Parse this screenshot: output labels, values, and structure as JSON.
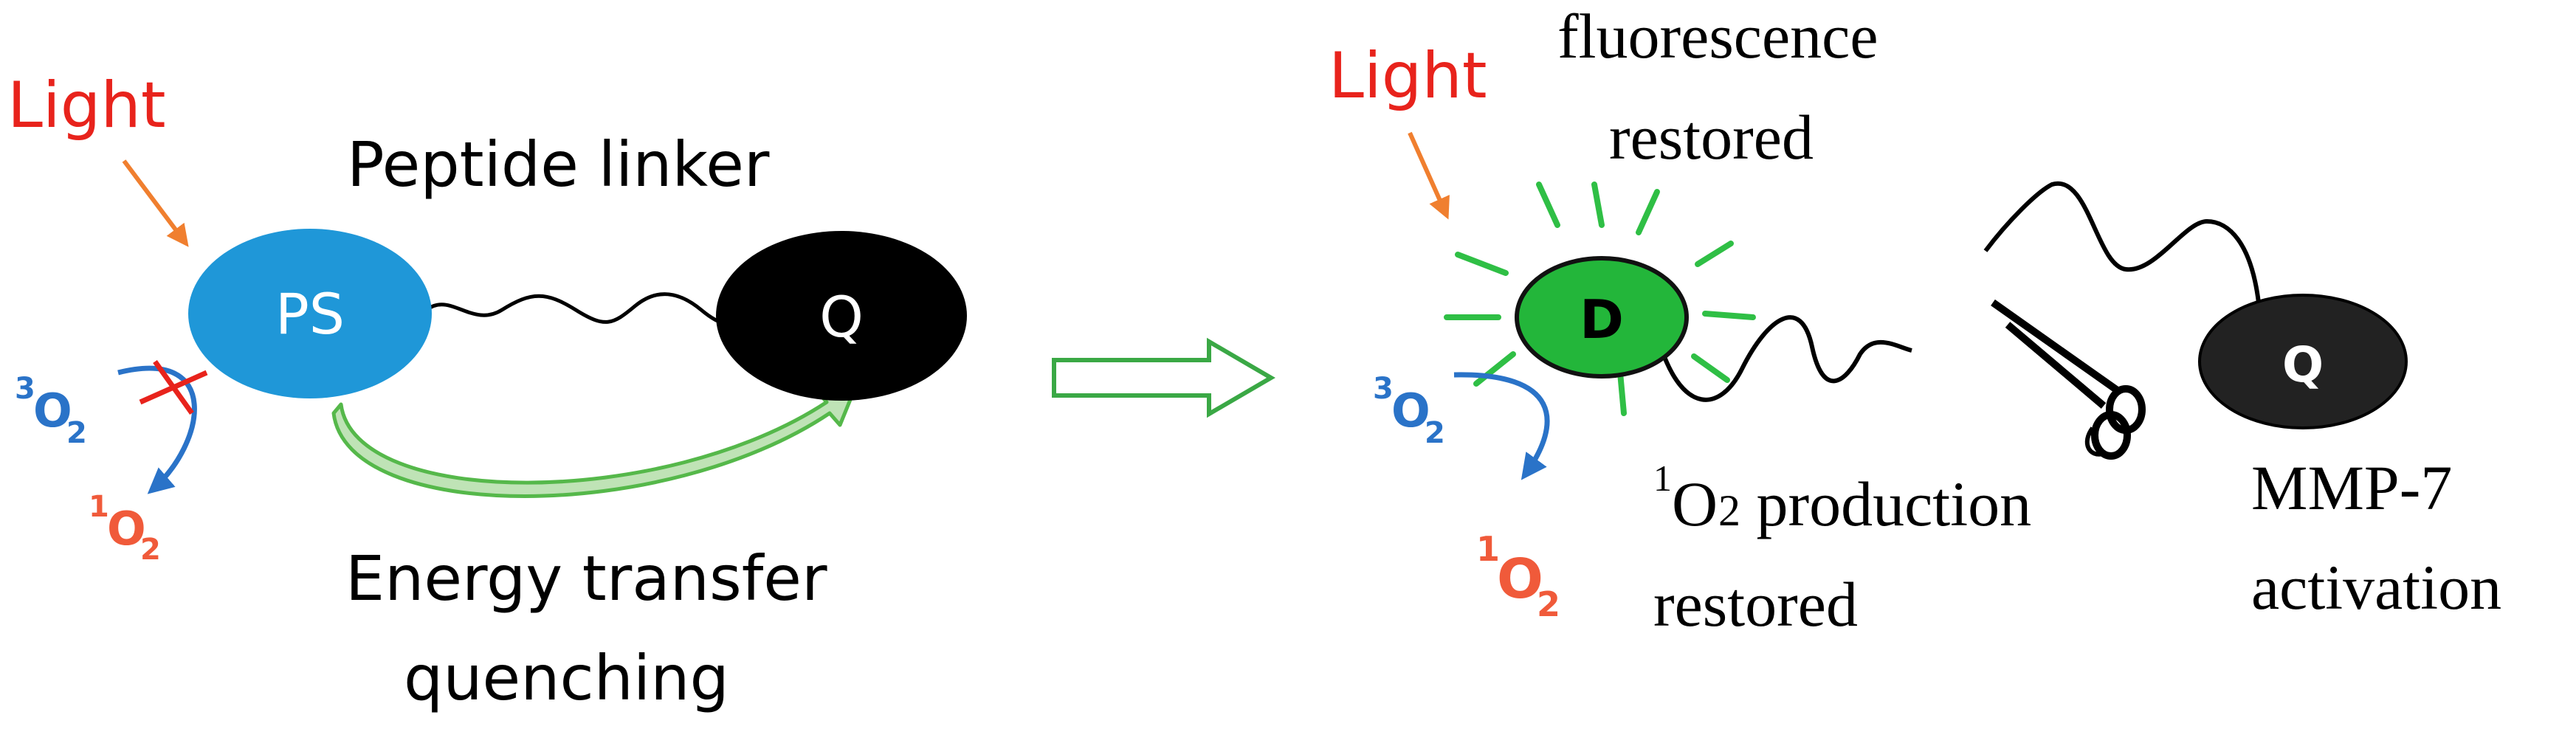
{
  "colors": {
    "light_label": "#e8231c",
    "arrow_orange": "#f07f2f",
    "ps_fill": "#1f97d8",
    "quencher_fill": "#000000",
    "dye_fill": "#23b63a",
    "ray_green": "#2fbf45",
    "transfer_green": "#55b84a",
    "oxygen_blue": "#2a73c8",
    "oxygen_red": "#f05a3a",
    "cross_red": "#e8231c"
  },
  "left_panel": {
    "light_label": "Light",
    "ps_label": "PS",
    "quencher_label": "Q",
    "linker_label": "Peptide linker",
    "transfer_label_line1": "Energy transfer",
    "transfer_label_line2": "quenching",
    "triplet_oxygen": {
      "sup": "3",
      "base": "O",
      "sub": "2"
    },
    "singlet_oxygen": {
      "sup": "1",
      "base": "O",
      "sub": "2"
    }
  },
  "right_panel": {
    "light_label": "Light",
    "dye_label": "D",
    "quencher_label": "Q",
    "fluorescence_line1": "fluorescence",
    "fluorescence_line2": "restored",
    "production_sup": "1",
    "production_base": "O",
    "production_sub": "2",
    "production_text": " production",
    "production_line2": "restored",
    "mmp_line1": "MMP-7",
    "mmp_line2": "activation",
    "triplet_oxygen": {
      "sup": "3",
      "base": "O",
      "sub": "2"
    },
    "singlet_oxygen": {
      "sup": "1",
      "base": "O",
      "sub": "2"
    }
  },
  "icons": {
    "transition_arrow": "hollow-right-arrow-icon",
    "scissors": "scissors-icon"
  }
}
